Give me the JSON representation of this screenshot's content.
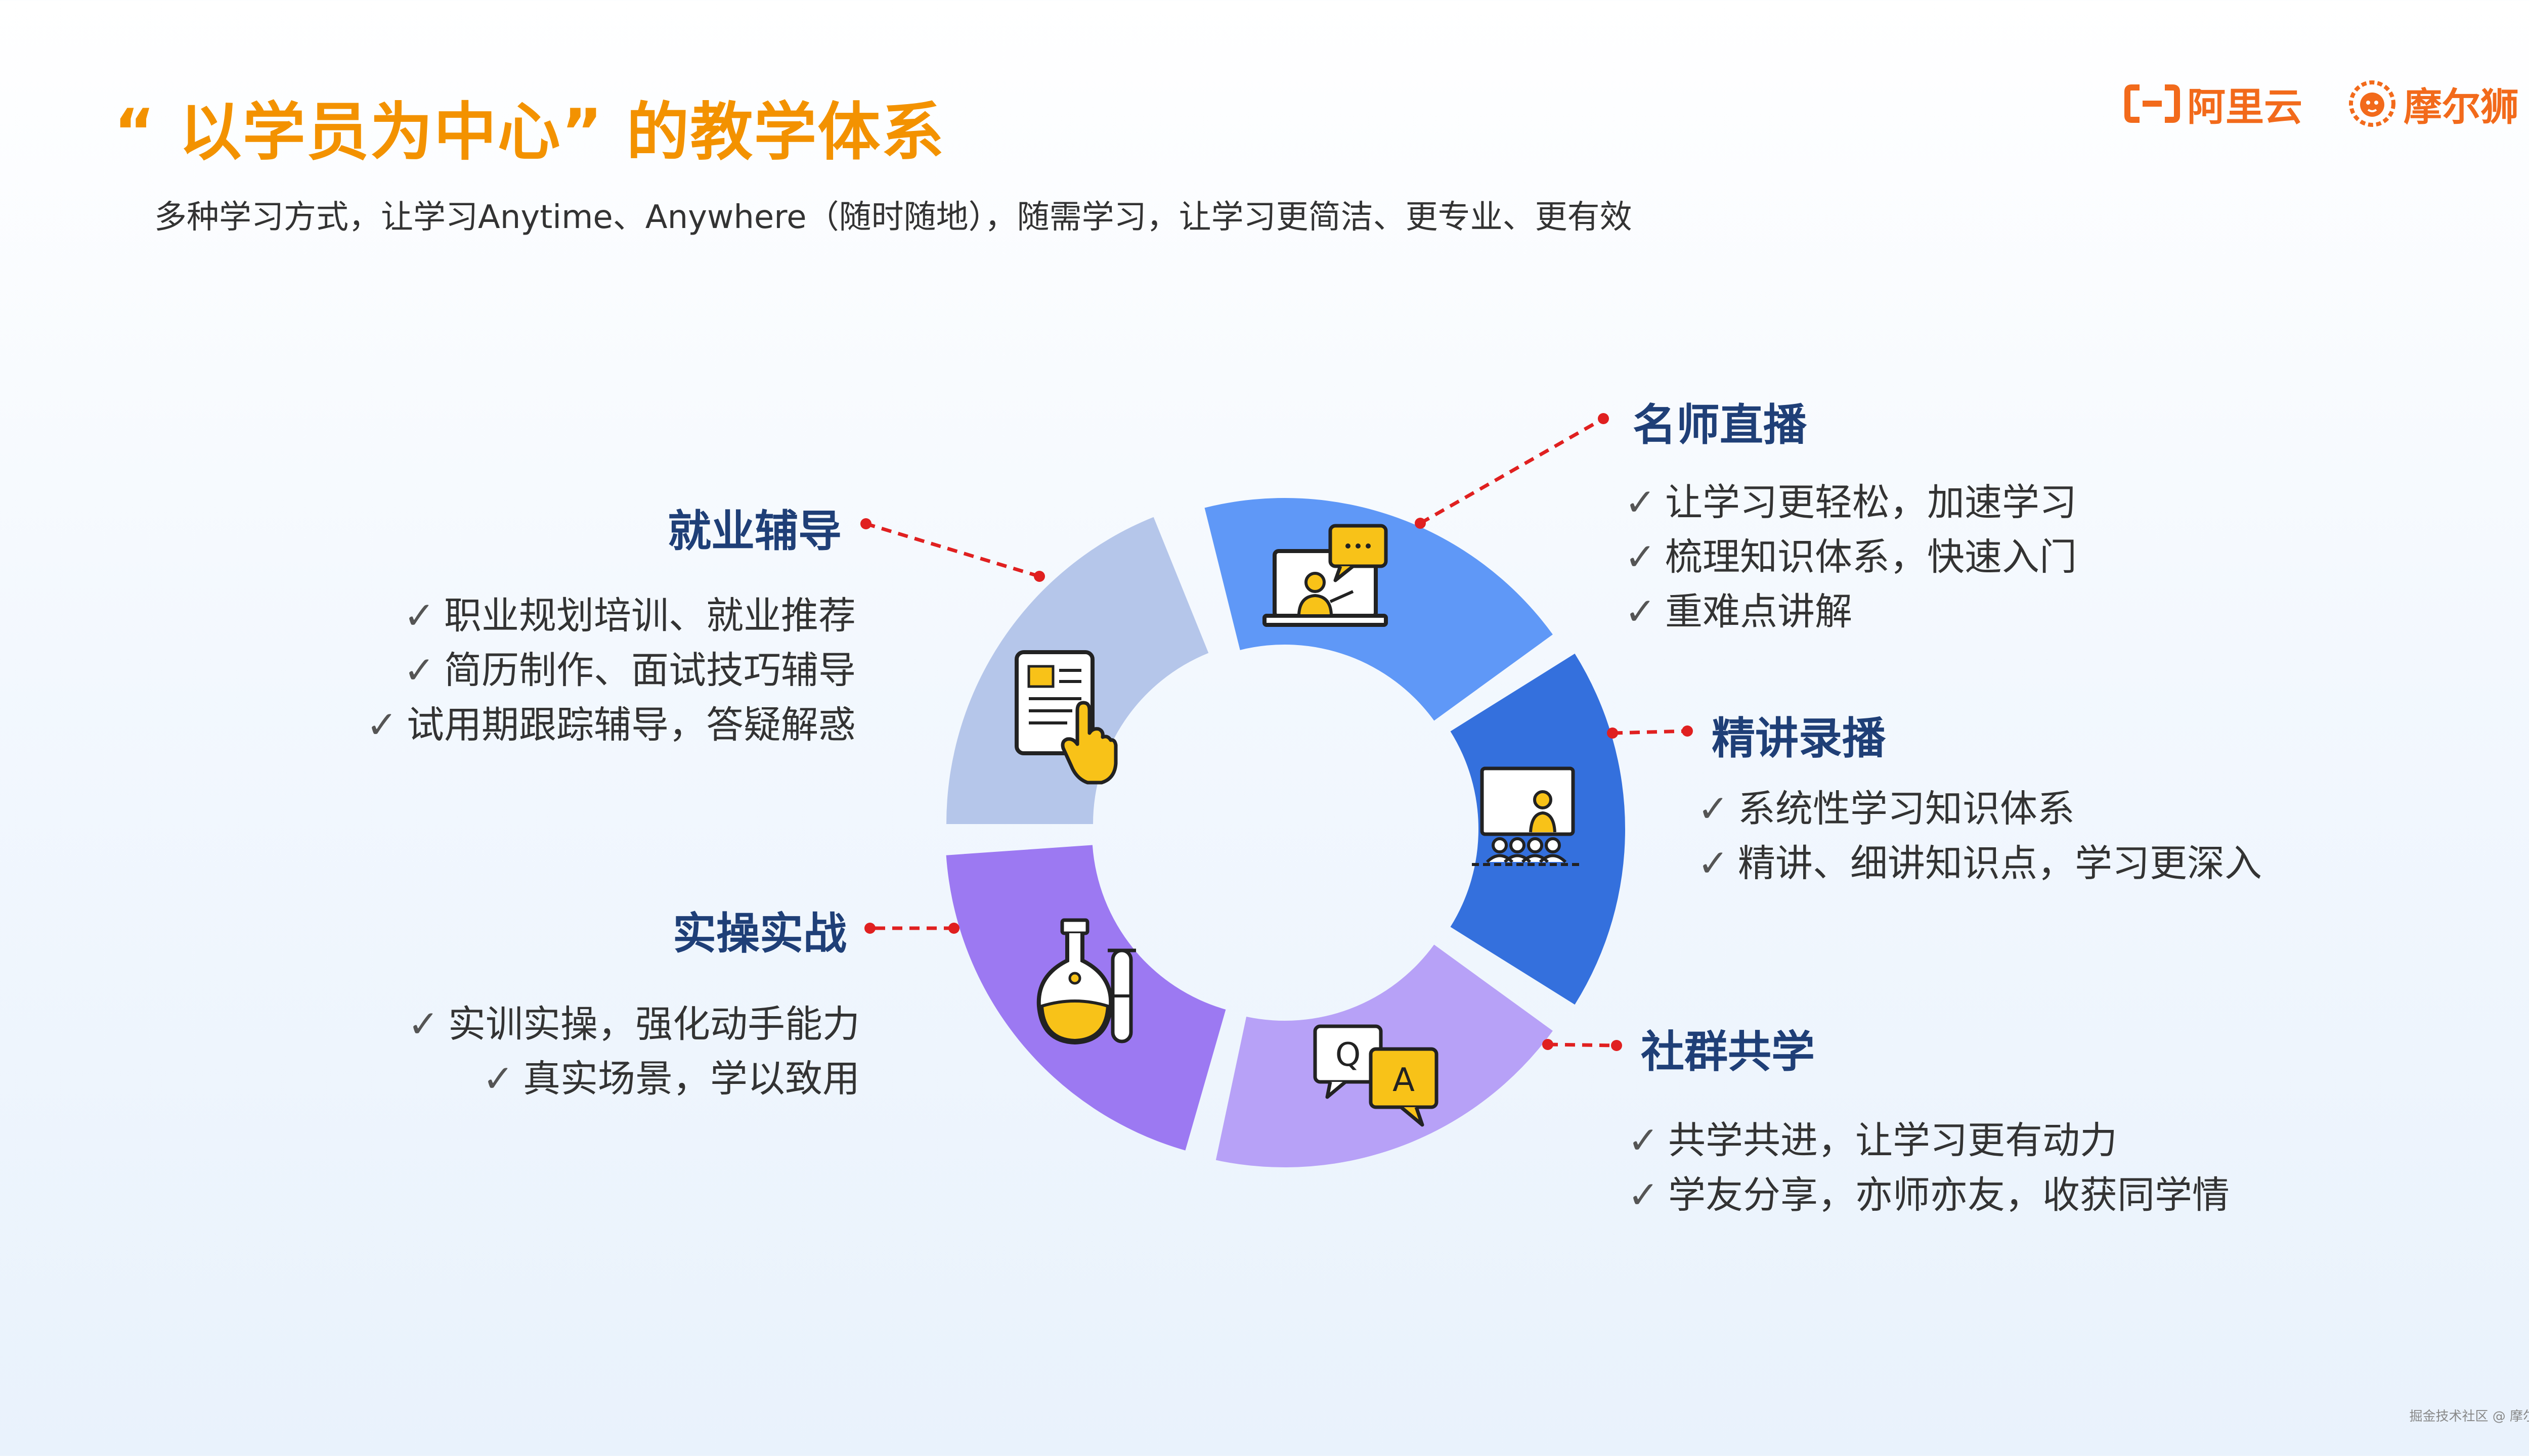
{
  "header": {
    "title": "“ 以学员为中心”  的教学体系",
    "subtitle": "多种学习方式，让学习Anytime、Anywhere（随时随地），随需学习，让学习更简洁、更专业、更有效"
  },
  "logos": {
    "aliyun": "阿里云",
    "moershi": "摩尔狮"
  },
  "segments": {
    "live": {
      "label": "名师直播",
      "color": "#5f98f7",
      "icon": "presentation-laptop-icon",
      "bullets": [
        "让学习更轻松，加速学习",
        "梳理知识体系，快速入门",
        "重难点讲解"
      ]
    },
    "recorded": {
      "label": "精讲录播",
      "color": "#3470dd",
      "icon": "classroom-screen-icon",
      "bullets": [
        "系统性学习知识体系",
        "精讲、细讲知识点，学习更深入"
      ]
    },
    "community": {
      "label": "社群共学",
      "color": "#b7a1f7",
      "icon": "qa-chat-icon",
      "bullets": [
        "共学共进，让学习更有动力",
        "学友分享，亦师亦友，收获同学情"
      ]
    },
    "practice": {
      "label": "实操实战",
      "color": "#9c79f2",
      "icon": "flask-icon",
      "bullets": [
        "实训实操，强化动手能力",
        "真实场景，学以致用"
      ]
    },
    "career": {
      "label": "就业辅导",
      "color": "#b5c6ea",
      "icon": "tablet-tap-icon",
      "bullets": [
        "职业规划培训、就业推荐",
        "简历制作、面试技巧辅导",
        "试用期跟踪辅导，答疑解惑"
      ]
    }
  },
  "icons": {
    "accent": "#f8c218",
    "line": "#222222",
    "connector": "#e02020"
  },
  "footer": "掘金技术社区 @ 摩尔狮"
}
